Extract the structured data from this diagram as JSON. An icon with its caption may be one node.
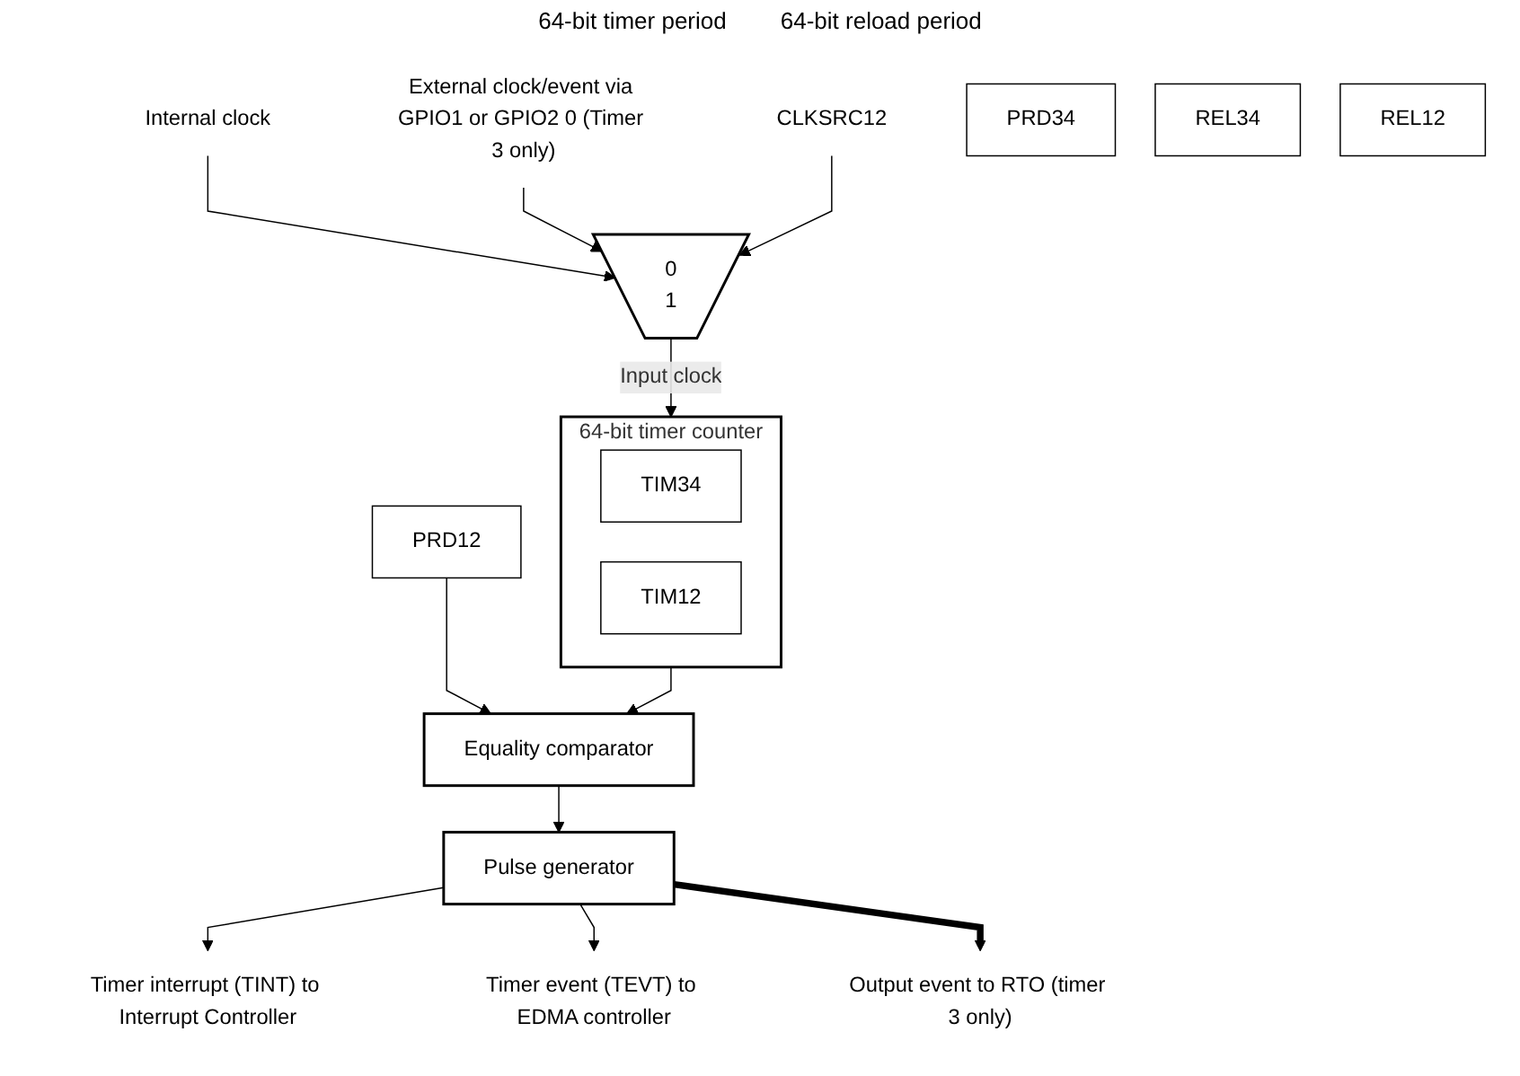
{
  "diagram": {
    "nodes": [
      {
        "text": [
          "Internal clock"
        ]
      },
      {
        "text": [
          "External clock/event via GPIO1 or GPIO2 0 (Timer 3 only)"
        ]
      },
      {
        "text": [
          "0",
          "1"
        ]
      },
      {
        "text": [
          "CLKSRC12"
        ]
      },
      {
        "text": [
          "64-bit timer counter"
        ]
      },
      {
        "text": [
          "TIM34"
        ],
        "in": 4
      },
      {
        "text": [
          "TIM12"
        ],
        "in": 4
      },
      {
        "text": [
          "PRD34"
        ]
      },
      {
        "text": [
          "PRD12"
        ]
      },
      {
        "text": [
          "REL34"
        ]
      },
      {
        "text": [
          "REL12"
        ]
      },
      {
        "text": [
          "Equality comparator"
        ]
      },
      {
        "text": [
          "Pulse generator"
        ]
      },
      {
        "text": [
          "Timer interrupt (TINT) to Interrupt Controller"
        ]
      },
      {
        "text": [
          "Timer event (TEVT) to EDMA controller"
        ]
      },
      {
        "text": [
          "Output event to RTO (timer 3 only)"
        ]
      }
    ],
    "edges": [
      {
        "from": 0,
        "to": 2,
        "arrow": "to"
      },
      {
        "from": 1,
        "to": 2,
        "arrow": "to"
      },
      {
        "from": 3,
        "to": 2,
        "arrow": "to"
      },
      {
        "from": 2,
        "to": 4,
        "arrow": "to",
        "label": "Input clock"
      },
      {
        "from": 4,
        "to": 11,
        "arrow": "to"
      },
      {
        "from": 8,
        "to": 11,
        "arrow": "to"
      },
      {
        "from": 11,
        "to": 12,
        "arrow": "to"
      },
      {
        "from": 12,
        "to": 13,
        "arrow": "to"
      },
      {
        "from": 12,
        "to": 14,
        "arrow": "to"
      },
      {
        "from": 12,
        "to": 15,
        "arrow": "to",
        "style": "thick"
      }
    ],
    "labels": [
      "64-bit timer period",
      "64-bit reload period"
    ]
  }
}
